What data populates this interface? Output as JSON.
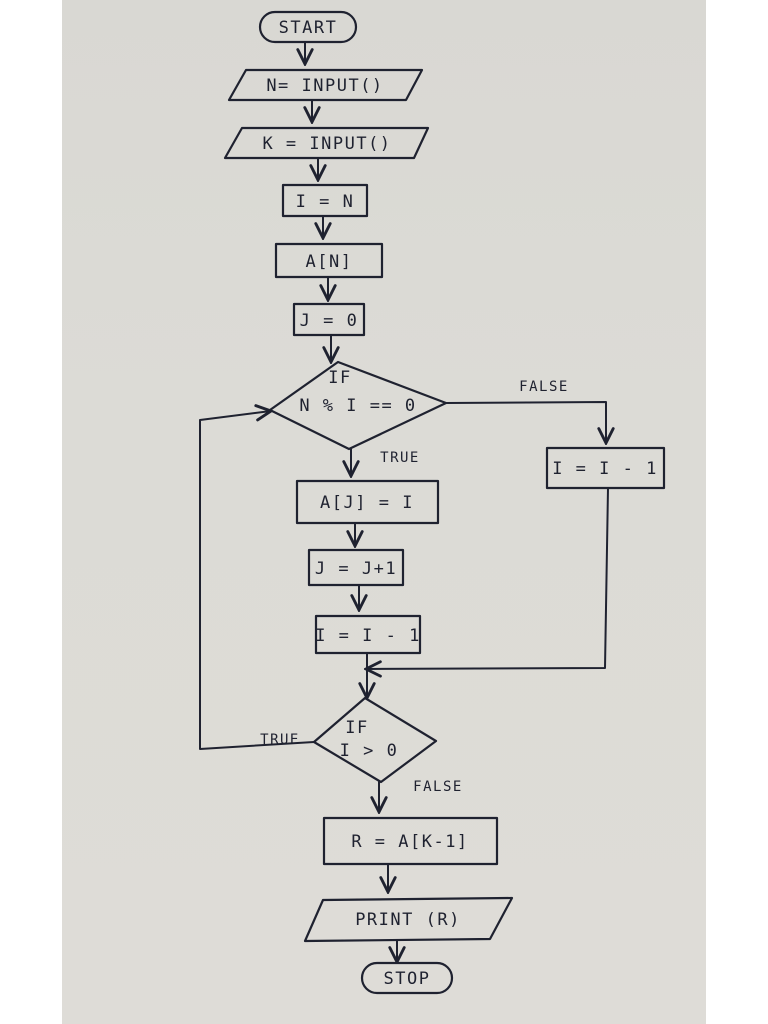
{
  "nodes": {
    "start": "START",
    "n_input": "N= INPUT()",
    "k_input": "K = INPUT()",
    "i_eq_n": "I = N",
    "a_n": "A[N]",
    "j_eq_0": "J = 0",
    "if1_line1": "IF",
    "if1_line2": "N % I == 0",
    "a_j_eq_i": "A[J] = I",
    "j_inc": "J = J+1",
    "i_dec_true": "I = I - 1",
    "i_dec_false": "I = I - 1",
    "if2_line1": "IF",
    "if2_line2": "I > 0",
    "r_assign": "R = A[K-1]",
    "print_r": "PRINT (R)",
    "stop": "STOP"
  },
  "edges": {
    "if1_true": "TRUE",
    "if1_false": "FALSE",
    "if2_true": "TRUE",
    "if2_false": "FALSE"
  }
}
